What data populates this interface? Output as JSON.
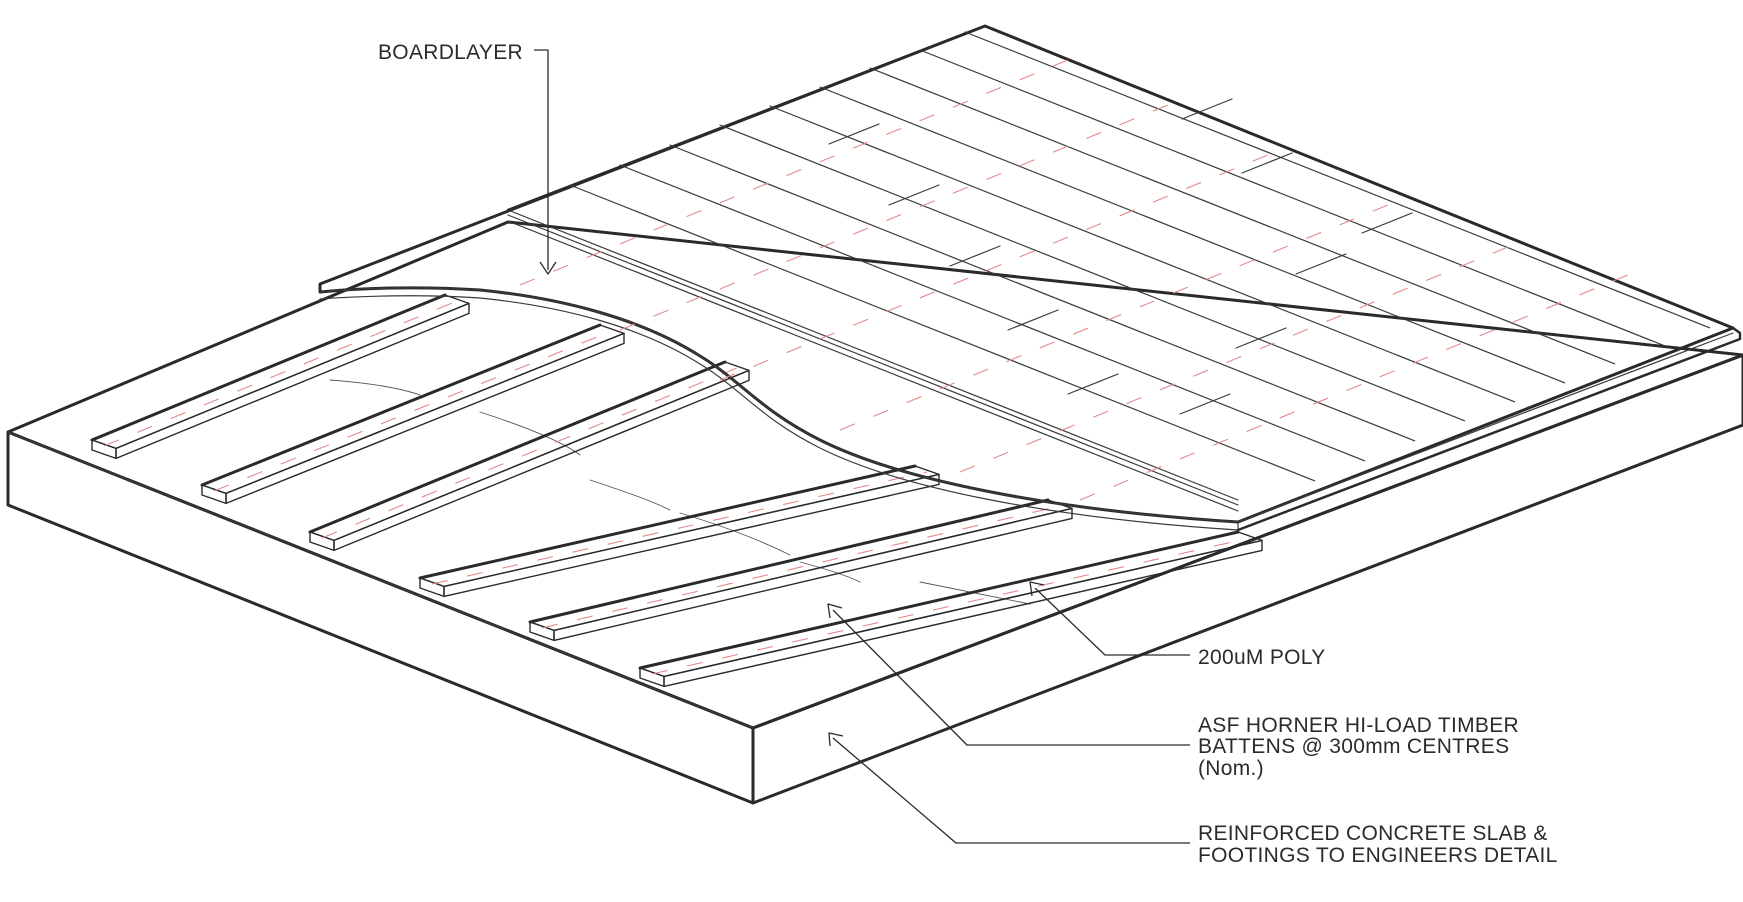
{
  "callouts": {
    "boardlayer": "BOARDLAYER",
    "poly": "200uM POLY",
    "battens_line1": "ASF HORNER HI-LOAD TIMBER",
    "battens_line2": "BATTENS @ 300mm CENTRES",
    "battens_line3": "(Nom.)",
    "slab_line1": "REINFORCED CONCRETE SLAB &",
    "slab_line2": "FOOTINGS TO ENGINEERS DETAIL"
  },
  "colors": {
    "line": "#2a2a2a",
    "fixing_marks": "#e58a8a",
    "background": "#ffffff"
  }
}
